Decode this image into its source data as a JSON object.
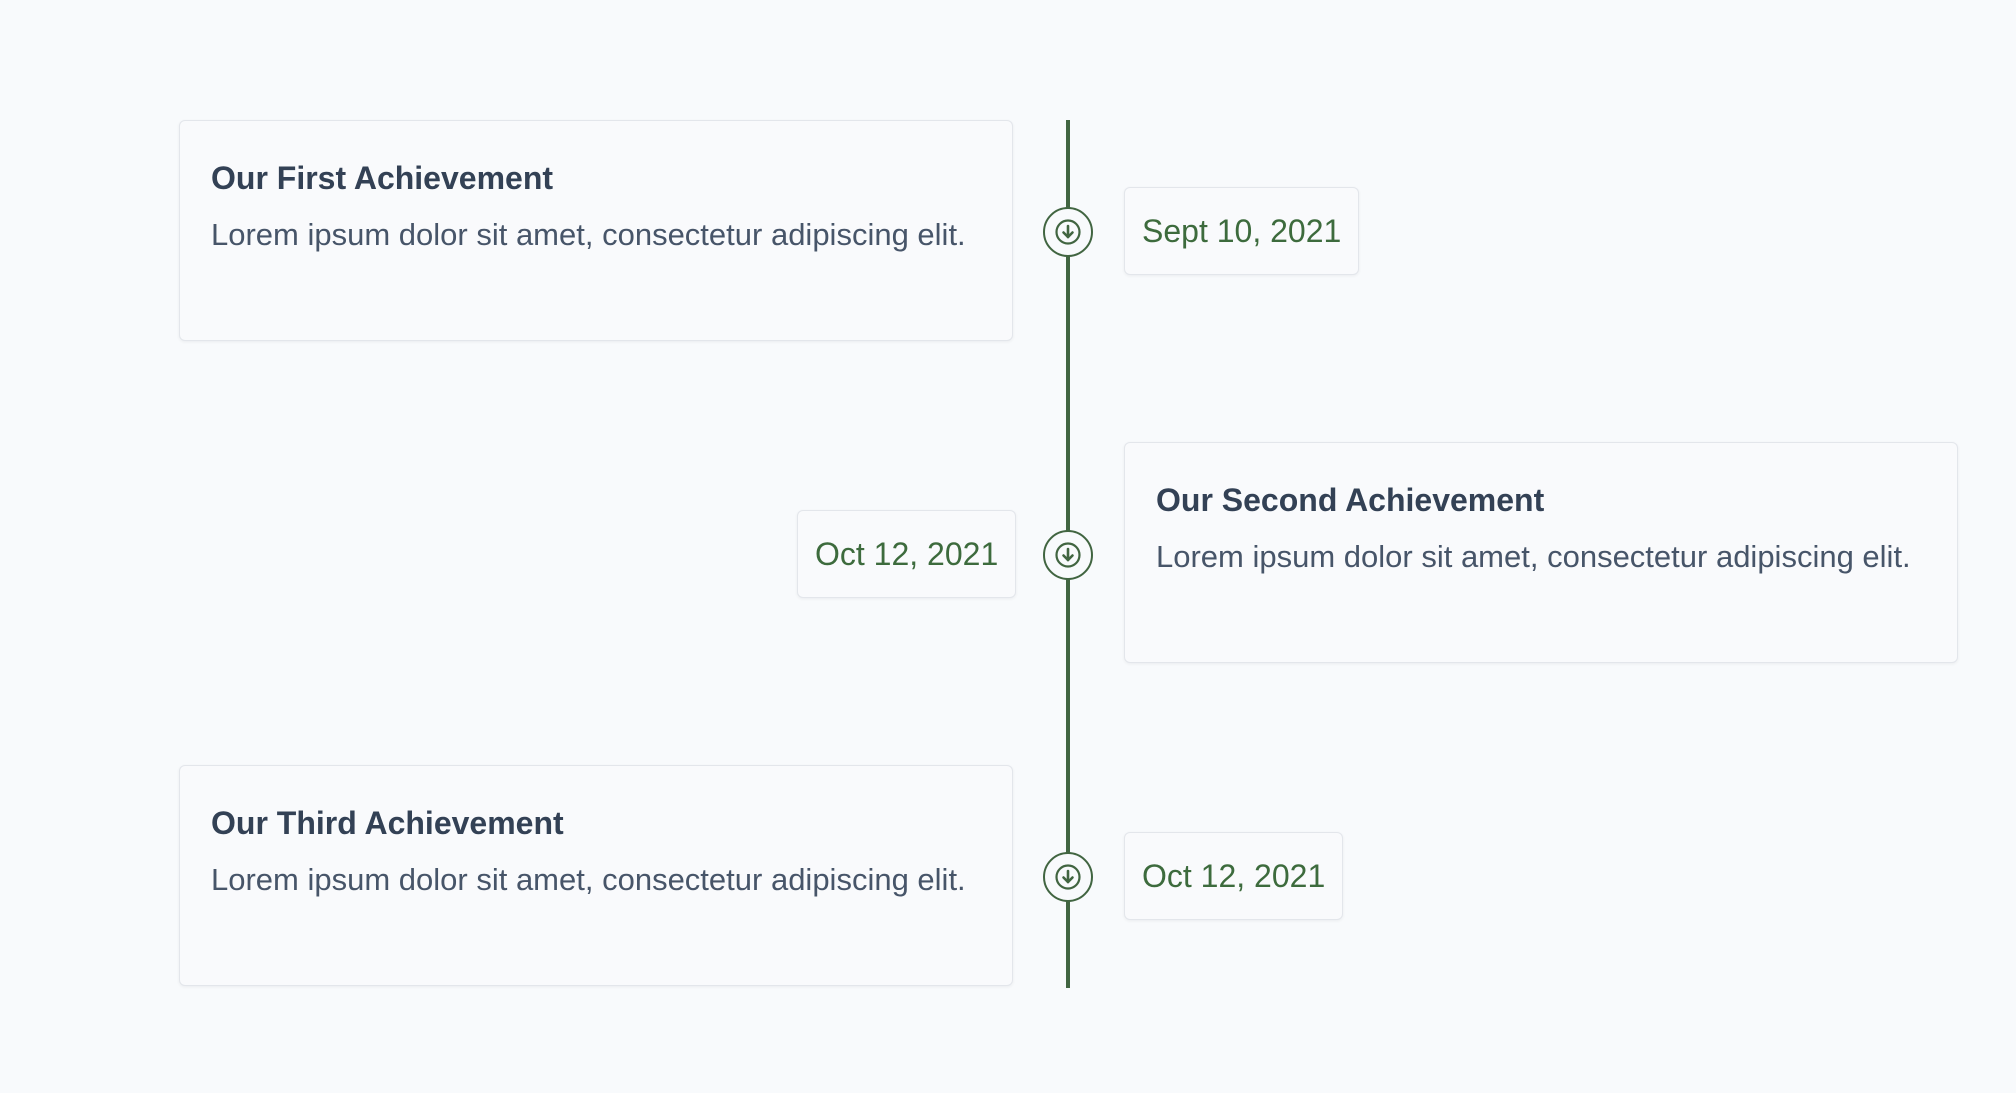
{
  "colors": {
    "background": "#f8fafc",
    "accent": "#416541",
    "date_text": "#3d6b3d",
    "title_text": "#334155",
    "body_text": "#475569",
    "card_border": "#e3e6eb"
  },
  "timeline": {
    "items": [
      {
        "title": "Our First Achievement",
        "description": "Lorem ipsum dolor sit amet, consectetur adipiscing elit.",
        "date": "Sept 10, 2021",
        "marker_icon": "arrow-down-circle-icon"
      },
      {
        "title": "Our Second Achievement",
        "description": "Lorem ipsum dolor sit amet, consectetur adipiscing elit.",
        "date": "Oct 12, 2021",
        "marker_icon": "arrow-down-circle-icon"
      },
      {
        "title": "Our Third Achievement",
        "description": "Lorem ipsum dolor sit amet, consectetur adipiscing elit.",
        "date": "Oct 12, 2021",
        "marker_icon": "arrow-down-circle-icon"
      }
    ]
  }
}
